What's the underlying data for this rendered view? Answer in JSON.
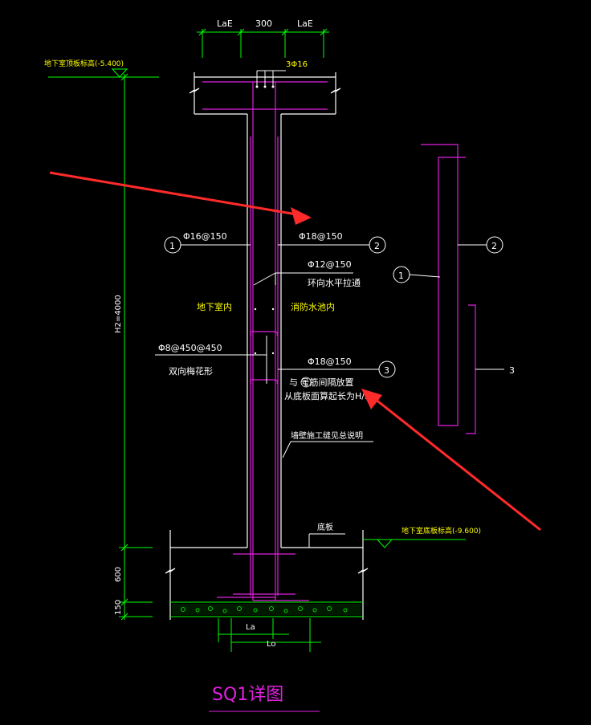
{
  "dims": {
    "top_left": "LaE",
    "top_mid": "300",
    "top_right": "LaE",
    "height": "H2=4000",
    "base_600": "600",
    "base_150": "150",
    "la": "La",
    "lo": "Lo"
  },
  "labels": {
    "top_bar": "3Φ16",
    "elev_top": "地下室顶板标高(-5.400)",
    "elev_bottom": "地下室底板标高(-9.600)",
    "bar1": "Φ16@150",
    "bar2": "Φ18@150",
    "tie": "Φ12@150",
    "tie_note": "环向水平拉通",
    "inside_left": "地下室内",
    "inside_right": "消防水池内",
    "hooks": "Φ8@450@450",
    "hooks_note": "双向梅花形",
    "bar3": "Φ18@150",
    "bar3_note1": "与  号筋间隔放置",
    "bar3_note2": "从底板面算起长为H/3",
    "joint_note": "墙壁施工缝见总说明",
    "floor": "底板",
    "title": "SQ1详图"
  },
  "markers": {
    "m1": "1",
    "m2": "2",
    "m3": "3",
    "r1": "1",
    "r2": "2",
    "r3": "3"
  },
  "colors": {
    "background": "#000000",
    "dimension": "#00ff00",
    "rebar": "#e020e0",
    "annotation": "#ffff00",
    "text": "#ffffff",
    "arrow": "#ff2a2a"
  }
}
